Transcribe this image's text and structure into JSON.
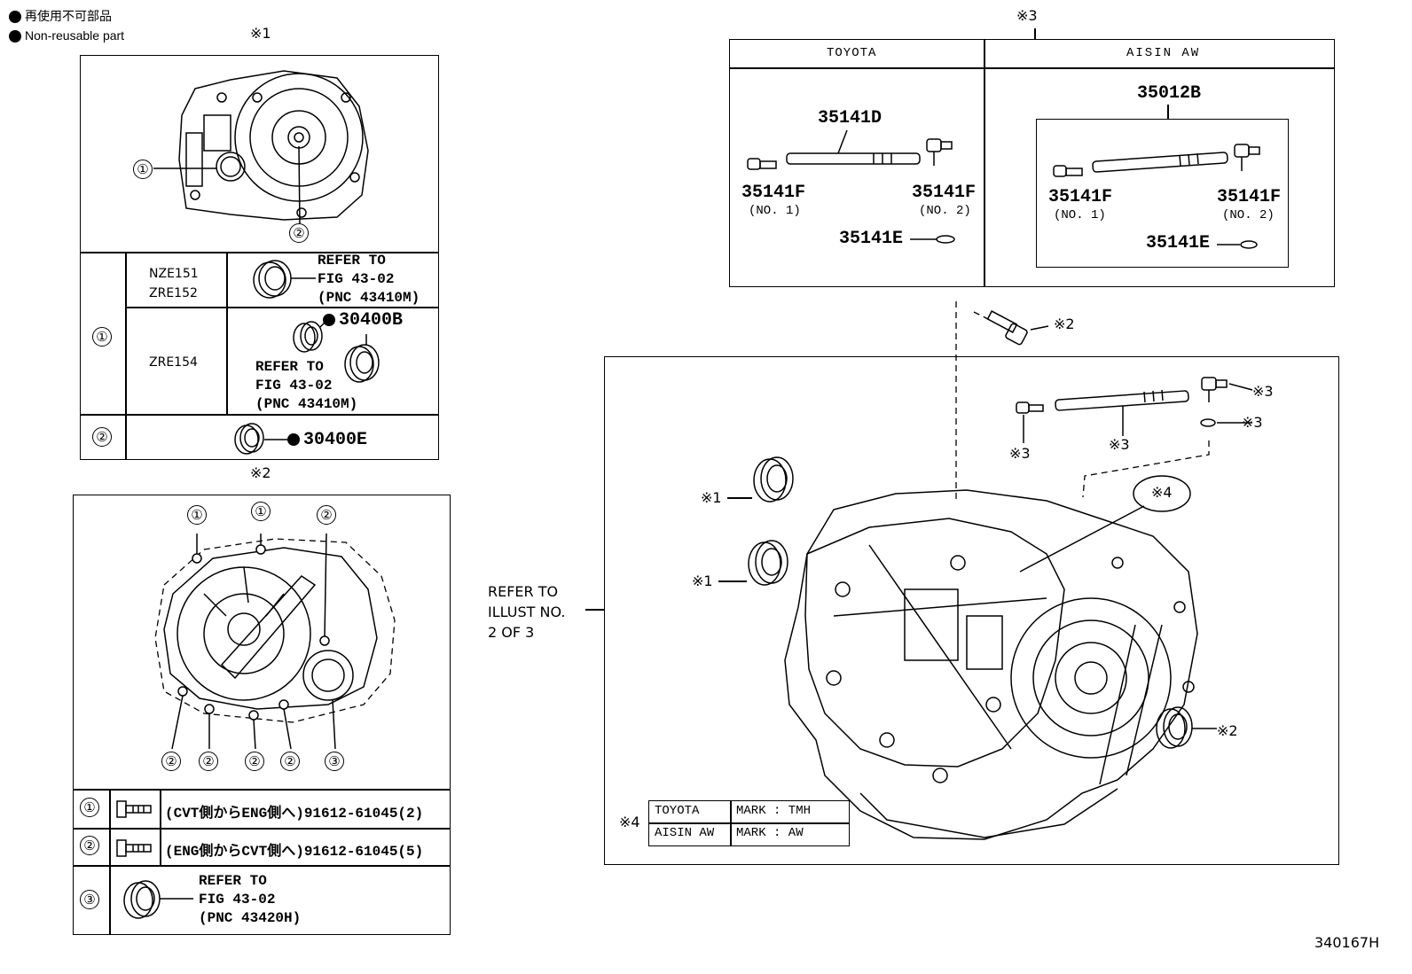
{
  "legend": {
    "jp": "再使用不可部品",
    "en": "Non-reusable part"
  },
  "panel1": {
    "mark": "※1",
    "rows": [
      {
        "num": "①",
        "models_a": [
          "NZE151",
          "ZRE152"
        ],
        "ref_a": [
          "REFER TO",
          "FIG 43-02",
          "(PNC 43410M)"
        ],
        "model_b": "ZRE154",
        "part_b": "30400B",
        "ref_b": [
          "REFER TO",
          "FIG 43-02",
          "(PNC 43410M)"
        ]
      },
      {
        "num": "②",
        "part": "30400E"
      }
    ],
    "callouts": [
      "①",
      "②"
    ]
  },
  "panel2": {
    "mark": "※2",
    "callouts_top": [
      "①",
      "①",
      "②"
    ],
    "callouts_bottom": [
      "②",
      "②",
      "②",
      "②",
      "③"
    ],
    "rows": [
      {
        "num": "①",
        "text": "(CVT側からENG側へ)91612-61045(2)"
      },
      {
        "num": "②",
        "text": "(ENG側からCVT側へ)91612-61045(5)"
      },
      {
        "num": "③",
        "ref": [
          "REFER TO",
          "FIG 43-02",
          "(PNC 43420H)"
        ]
      }
    ]
  },
  "panel3": {
    "mark": "※3",
    "col_toyota": "TOYOTA",
    "col_aisin": "AISIN AW",
    "toyota": {
      "shaft": "35141D",
      "left": "35141F",
      "left_sub": "(NO. 1)",
      "right": "35141F",
      "right_sub": "(NO. 2)",
      "ring": "35141E"
    },
    "aisin": {
      "assy": "35012B",
      "left": "35141F",
      "left_sub": "(NO. 1)",
      "right": "35141F",
      "right_sub": "(NO. 2)",
      "ring": "35141E"
    }
  },
  "main": {
    "refer": [
      "REFER TO",
      "ILLUST NO.",
      "2 OF 3"
    ],
    "marks": {
      "m1": "※1",
      "m2": "※2",
      "m3": "※3",
      "m4": "※4"
    },
    "mark_table": {
      "label": "※4",
      "rows": [
        {
          "maker": "TOYOTA",
          "mark": "MARK : TMH"
        },
        {
          "maker": "AISIN AW",
          "mark": "MARK : AW"
        }
      ]
    }
  },
  "footer": {
    "code": "340167H"
  }
}
